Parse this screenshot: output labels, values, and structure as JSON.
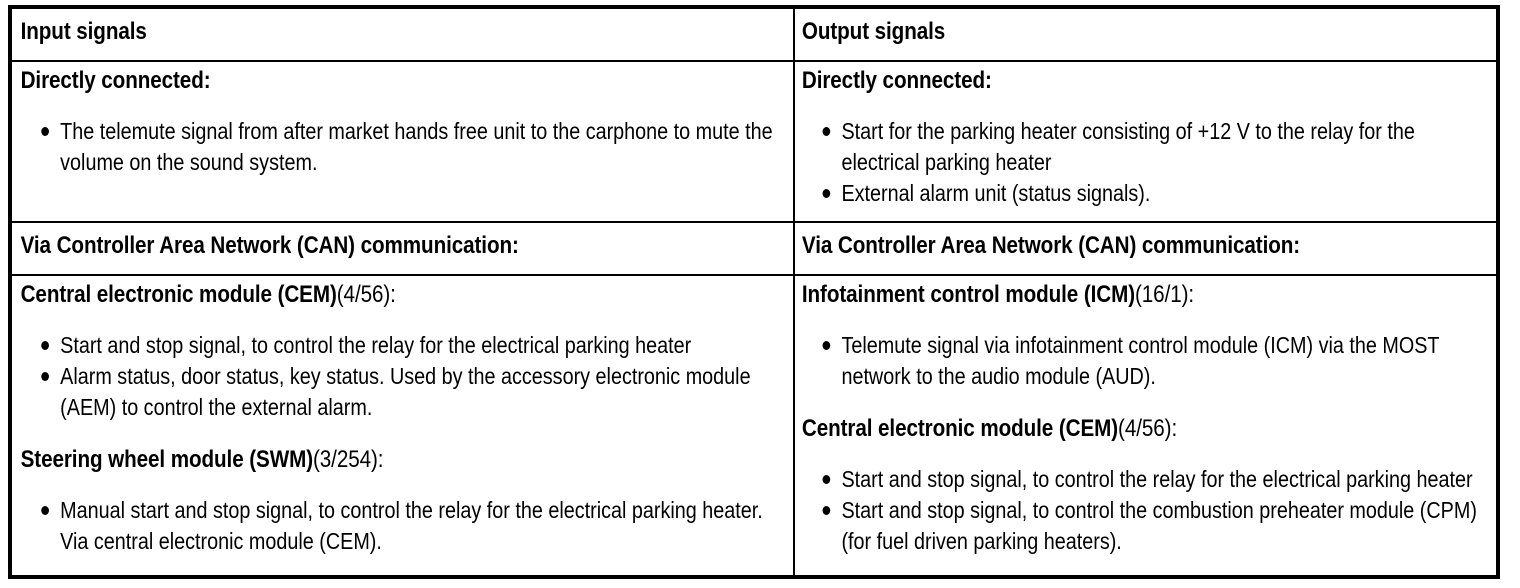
{
  "table": {
    "columns": [
      {
        "header": "Input signals"
      },
      {
        "header": "Output signals"
      }
    ],
    "rows": [
      {
        "id": "directly-connected",
        "left": {
          "heading": "Directly connected:",
          "bullets": [
            "The telemute signal from after market hands free unit to the carphone to mute the volume on the sound system."
          ]
        },
        "right": {
          "heading": "Directly connected:",
          "bullets": [
            "Start for the parking heater consisting of +12 V to the relay for the electrical parking heater",
            "External alarm unit (status signals)."
          ]
        }
      },
      {
        "id": "can-communication",
        "left": {
          "heading": "Via Controller Area Network (CAN) communication:"
        },
        "right": {
          "heading": "Via Controller Area Network (CAN) communication:"
        }
      },
      {
        "id": "can-details",
        "left": {
          "groups": [
            {
              "title": "Central electronic module (CEM)",
              "code": "(4/56):",
              "bullets": [
                "Start and stop signal, to control the relay for the electrical parking heater",
                "Alarm status, door status, key status. Used by the accessory electronic module (AEM) to control the external alarm."
              ]
            },
            {
              "title": "Steering wheel module (SWM)",
              "code": "(3/254):",
              "bullets": [
                "Manual start and stop signal, to control the relay for the electrical parking heater. Via central electronic module (CEM)."
              ]
            }
          ]
        },
        "right": {
          "groups": [
            {
              "title": "Infotainment control module (ICM)",
              "code": "(16/1):",
              "bullets": [
                "Telemute signal via infotainment control module (ICM) via the MOST network to the audio module (AUD)."
              ]
            },
            {
              "title": "Central electronic module (CEM)",
              "code": "(4/56):",
              "bullets": [
                "Start and stop signal, to control the relay for the electrical parking heater",
                "Start and stop signal, to control the combustion preheater module (CPM) (for fuel driven parking heaters)."
              ]
            }
          ]
        }
      }
    ]
  },
  "colors": {
    "border": "#000000",
    "text": "#000000",
    "background": "#ffffff"
  }
}
